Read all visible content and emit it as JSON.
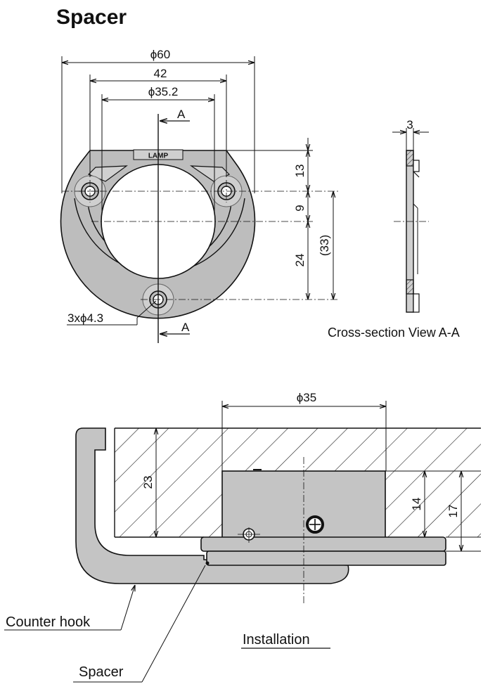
{
  "title": "Spacer",
  "dimensions": {
    "outer_dia": "ϕ60",
    "hole_pitch": "42",
    "inner_dia": "ϕ35.2",
    "section_label_top": "A",
    "section_label_bottom": "A",
    "top_height": "13",
    "mid_height": "9",
    "lower_height": "24",
    "ref_height": "(33)",
    "thickness": "3",
    "holes": "3xϕ4.3",
    "install_dia": "ϕ35",
    "depth_23": "23",
    "depth_14": "14",
    "depth_17": "17"
  },
  "logo_text": "LAMP",
  "labels": {
    "cross_section": "Cross-section View A-A",
    "counter_hook": "Counter hook",
    "installation": "Installation",
    "spacer": "Spacer"
  },
  "colors": {
    "part_fill": "#bdbdbd",
    "line": "#111111",
    "hatch": "#222222"
  }
}
